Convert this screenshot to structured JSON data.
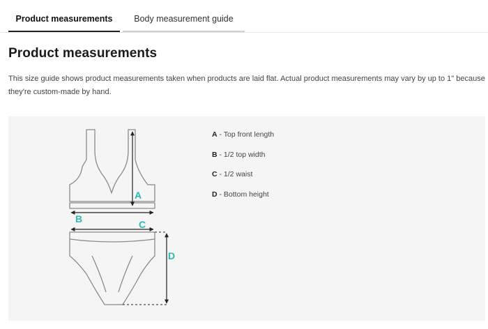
{
  "tabs": [
    {
      "label": "Product measurements",
      "active": true
    },
    {
      "label": "Body measurement guide",
      "active": false
    }
  ],
  "page_title": "Product measurements",
  "description": "This size guide shows product measurements taken when products are laid flat. Actual product measurements may vary by up to 1\" because they're custom-made by hand.",
  "diagram": {
    "labels": {
      "a": "A",
      "b": "B",
      "c": "C",
      "d": "D"
    },
    "label_color": "#2bbbb3",
    "legend": [
      {
        "key": "A",
        "text": " - Top front length"
      },
      {
        "key": "B",
        "text": " - 1/2 top width"
      },
      {
        "key": "C",
        "text": " - 1/2 waist"
      },
      {
        "key": "D",
        "text": " - Bottom height"
      }
    ]
  }
}
